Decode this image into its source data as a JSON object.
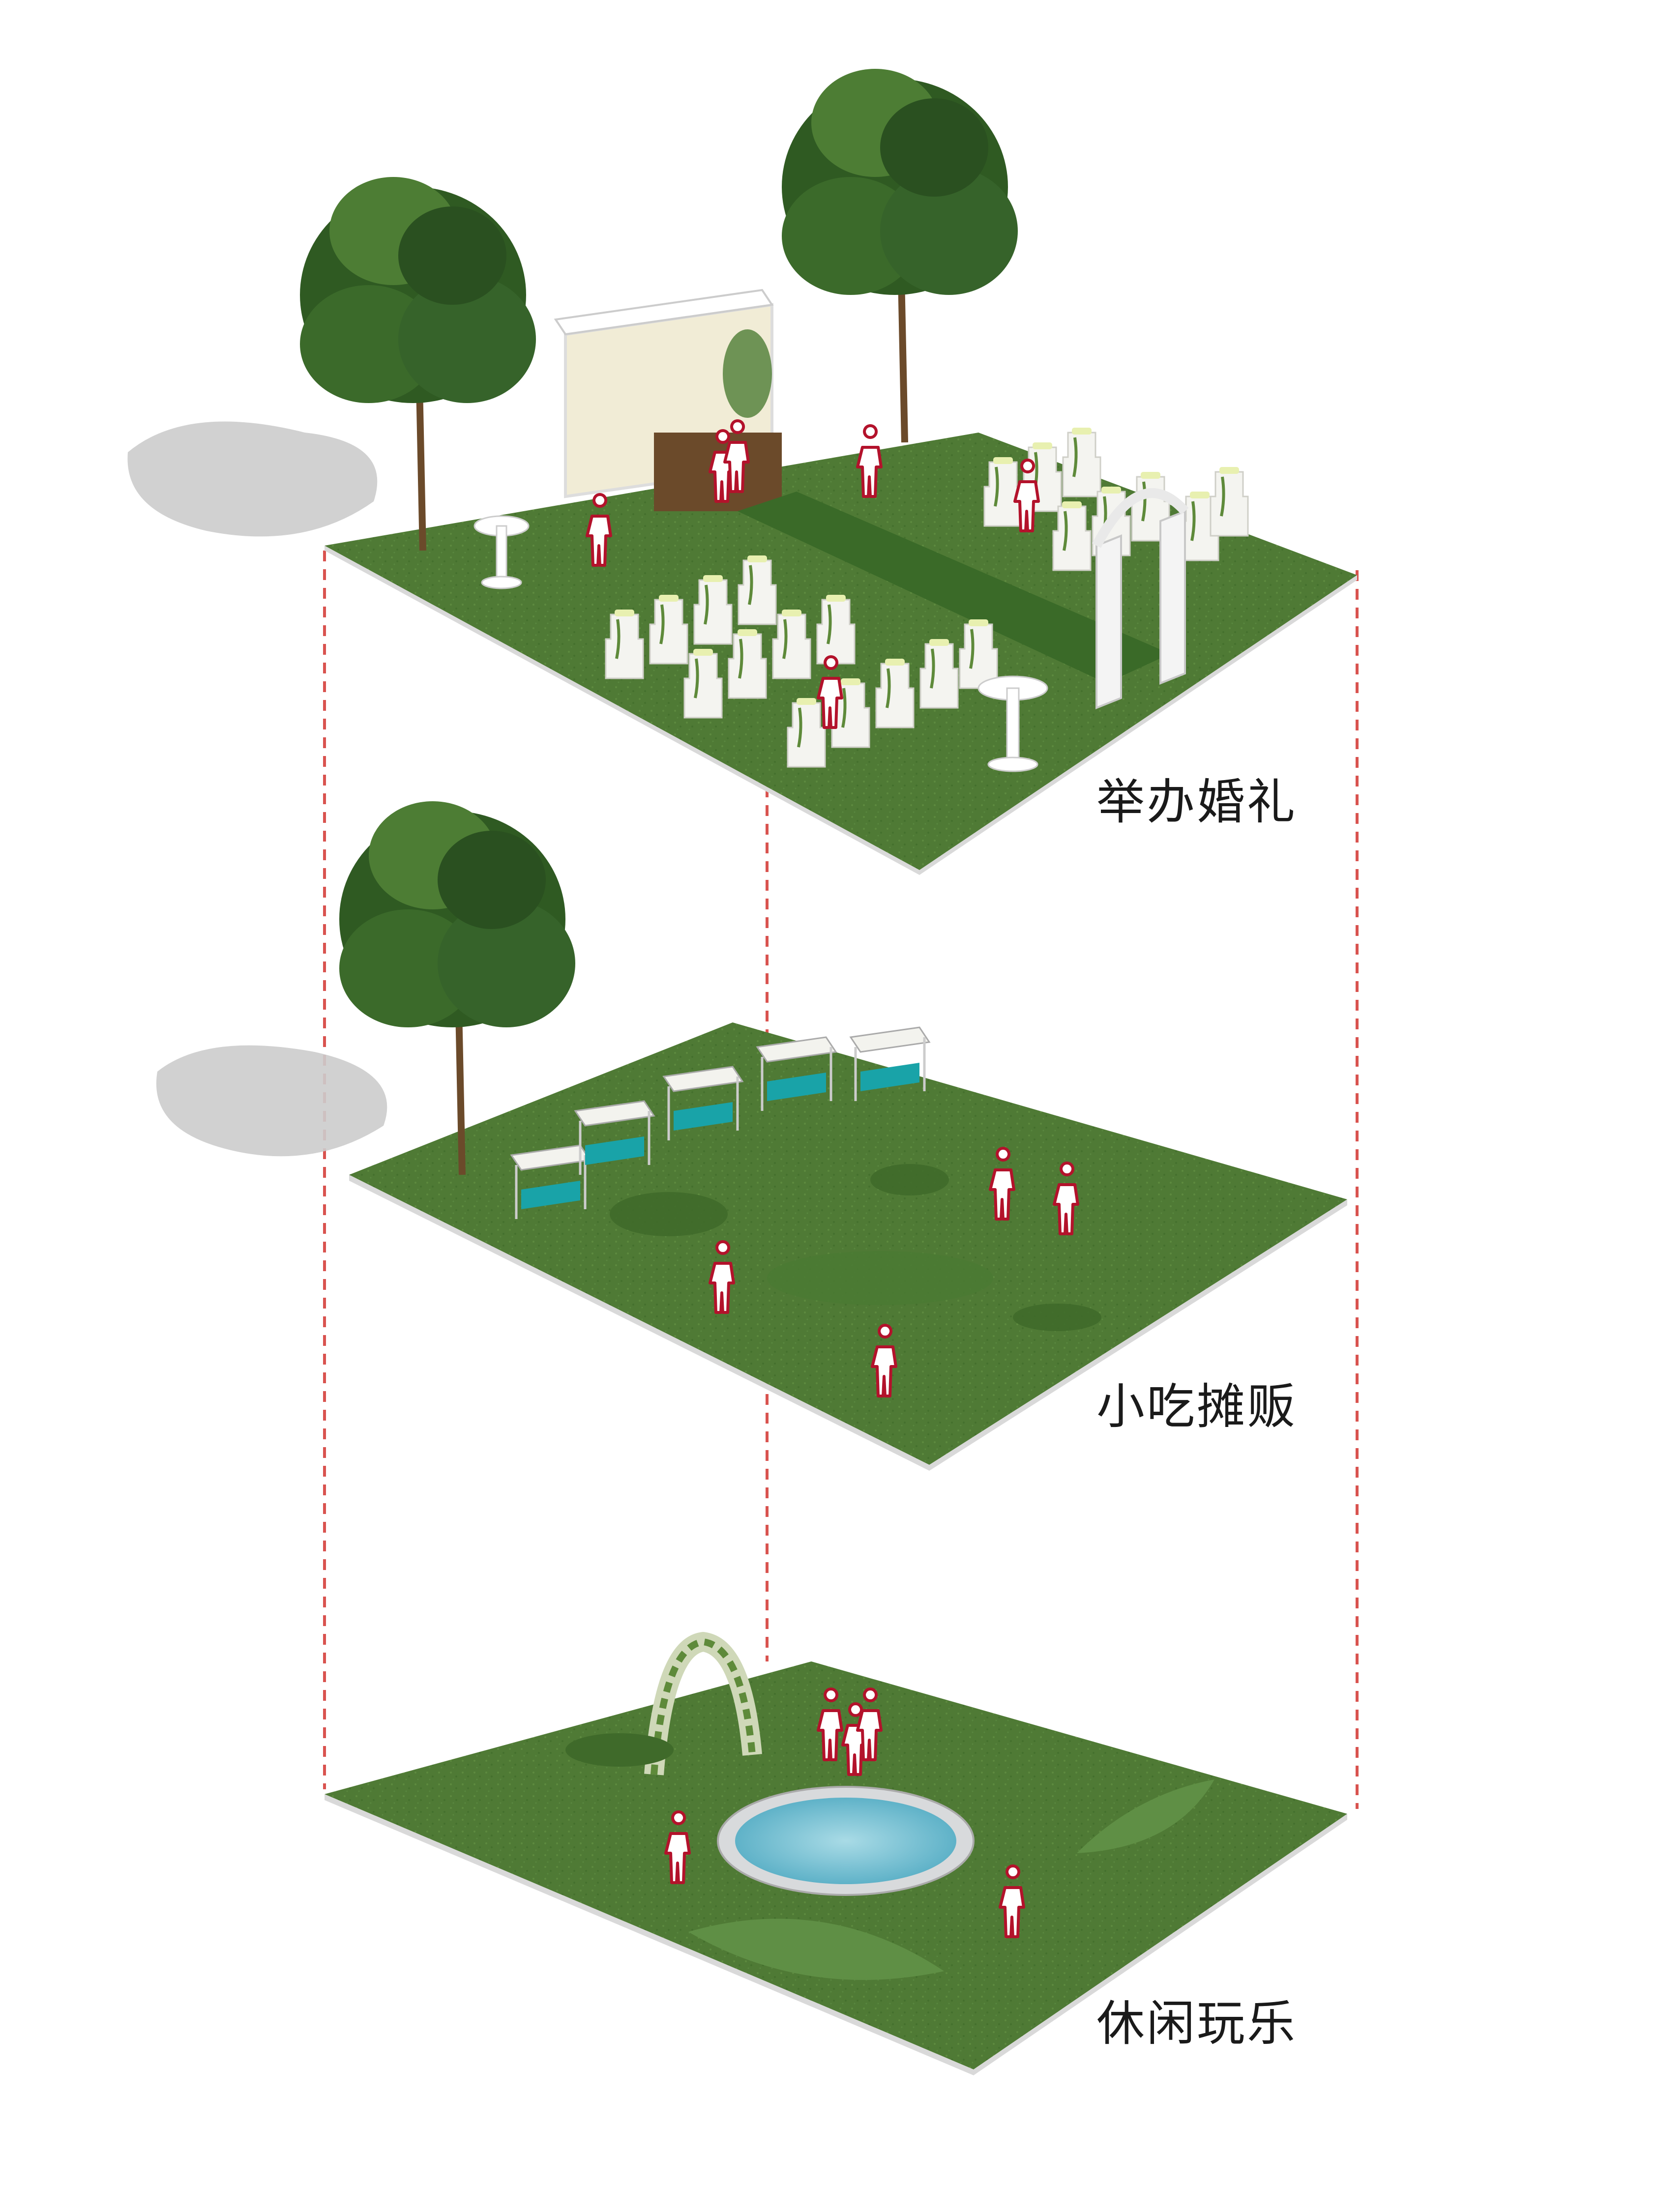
{
  "layers": [
    {
      "label": "举办婚礼"
    },
    {
      "label": "小吃摊贩"
    },
    {
      "label": "休闲玩乐"
    }
  ],
  "colors": {
    "lawn": "#4f7a35",
    "lawn_dark": "#3f6a2a",
    "lawn_edge": "#d9d9d9",
    "foliage": "#2f5a22",
    "foliage_light": "#4d7d34",
    "shadow": "#c9c9c9",
    "guide_line": "#d9534f",
    "figure_outline": "#b3122b",
    "stall_cloth": "#19a3a8",
    "pool_water": "#7ec6d8",
    "pool_rim": "#d8dadc"
  }
}
